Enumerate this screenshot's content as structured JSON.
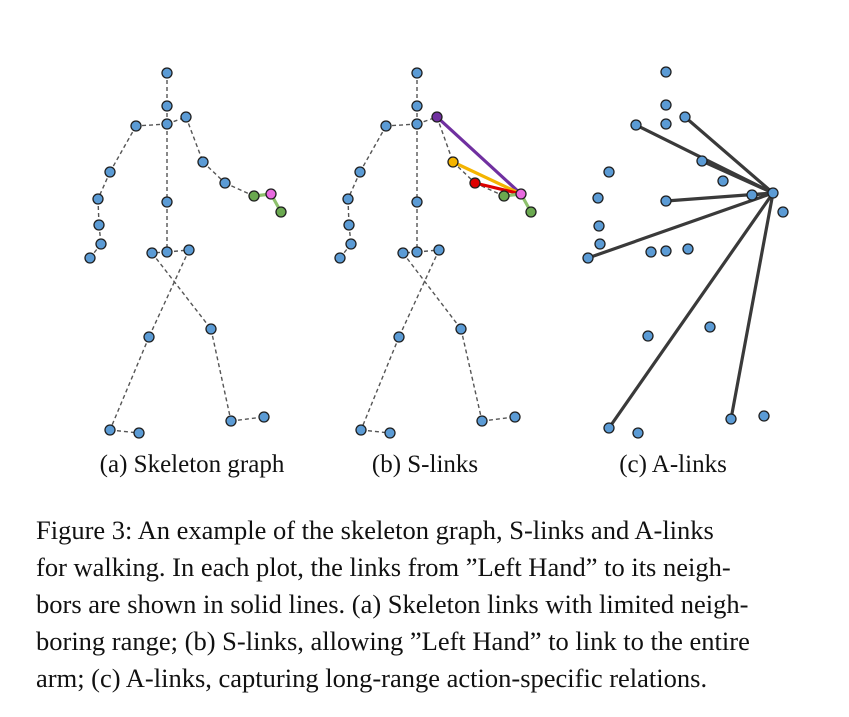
{
  "panels": [
    {
      "id": "a",
      "label": "(a) Skeleton graph",
      "joints": [
        [
          167,
          73
        ],
        [
          167,
          106
        ],
        [
          167,
          124
        ],
        [
          136,
          126
        ],
        [
          186,
          117
        ],
        [
          110,
          172
        ],
        [
          98,
          199
        ],
        [
          99,
          225
        ],
        [
          101,
          244
        ],
        [
          90,
          258
        ],
        [
          203,
          162
        ],
        [
          225,
          183
        ],
        [
          254,
          196
        ],
        [
          271,
          194
        ],
        [
          281,
          212
        ],
        [
          167,
          202
        ],
        [
          167,
          252
        ],
        [
          152,
          253
        ],
        [
          189,
          250
        ],
        [
          211,
          329
        ],
        [
          149,
          337
        ],
        [
          231,
          421
        ],
        [
          264,
          417
        ],
        [
          110,
          430
        ],
        [
          139,
          433
        ]
      ],
      "dashed_links": [
        [
          0,
          1
        ],
        [
          1,
          2
        ],
        [
          2,
          3
        ],
        [
          2,
          4
        ],
        [
          3,
          5
        ],
        [
          5,
          6
        ],
        [
          6,
          7
        ],
        [
          7,
          8
        ],
        [
          8,
          9
        ],
        [
          4,
          10
        ],
        [
          10,
          11
        ],
        [
          11,
          12
        ],
        [
          2,
          15
        ],
        [
          15,
          16
        ],
        [
          16,
          17
        ],
        [
          16,
          18
        ],
        [
          17,
          19
        ],
        [
          19,
          21
        ],
        [
          21,
          22
        ],
        [
          18,
          20
        ],
        [
          20,
          23
        ],
        [
          23,
          24
        ]
      ],
      "solid_links": [
        {
          "from": 13,
          "to": 12,
          "color": "#8ec06c"
        },
        {
          "from": 13,
          "to": 14,
          "color": "#8ec06c"
        }
      ],
      "highlight_joints": [
        {
          "index": 12,
          "color": "#6aa84f"
        },
        {
          "index": 13,
          "color": "#e86adf"
        },
        {
          "index": 14,
          "color": "#6aa84f"
        }
      ]
    },
    {
      "id": "b",
      "label": "(b) S-links",
      "joints": [
        [
          417,
          73
        ],
        [
          417,
          106
        ],
        [
          417,
          124
        ],
        [
          386,
          126
        ],
        [
          437,
          117
        ],
        [
          360,
          172
        ],
        [
          348,
          199
        ],
        [
          349,
          225
        ],
        [
          351,
          244
        ],
        [
          340,
          258
        ],
        [
          453,
          162
        ],
        [
          475,
          183
        ],
        [
          504,
          196
        ],
        [
          521,
          194
        ],
        [
          531,
          212
        ],
        [
          417,
          202
        ],
        [
          417,
          252
        ],
        [
          403,
          253
        ],
        [
          439,
          250
        ],
        [
          461,
          329
        ],
        [
          399,
          337
        ],
        [
          482,
          421
        ],
        [
          515,
          417
        ],
        [
          361,
          430
        ],
        [
          390,
          433
        ]
      ],
      "dashed_links": [
        [
          0,
          1
        ],
        [
          1,
          2
        ],
        [
          2,
          3
        ],
        [
          2,
          4
        ],
        [
          3,
          5
        ],
        [
          5,
          6
        ],
        [
          6,
          7
        ],
        [
          7,
          8
        ],
        [
          8,
          9
        ],
        [
          4,
          10
        ],
        [
          10,
          11
        ],
        [
          11,
          12
        ],
        [
          2,
          15
        ],
        [
          15,
          16
        ],
        [
          16,
          17
        ],
        [
          16,
          18
        ],
        [
          17,
          19
        ],
        [
          19,
          21
        ],
        [
          21,
          22
        ],
        [
          18,
          20
        ],
        [
          20,
          23
        ],
        [
          23,
          24
        ]
      ],
      "solid_links": [
        {
          "from": 13,
          "to": 4,
          "color": "#7030a0"
        },
        {
          "from": 13,
          "to": 10,
          "color": "#f4b400"
        },
        {
          "from": 13,
          "to": 11,
          "color": "#dd0000"
        },
        {
          "from": 13,
          "to": 12,
          "color": "#8ec06c"
        },
        {
          "from": 13,
          "to": 14,
          "color": "#8ec06c"
        }
      ],
      "highlight_joints": [
        {
          "index": 4,
          "color": "#7030a0"
        },
        {
          "index": 10,
          "color": "#f4b400"
        },
        {
          "index": 11,
          "color": "#dd0000"
        },
        {
          "index": 12,
          "color": "#6aa84f"
        },
        {
          "index": 13,
          "color": "#e86adf"
        },
        {
          "index": 14,
          "color": "#6aa84f"
        }
      ]
    },
    {
      "id": "c",
      "label": "(c) A-links",
      "joints": [
        [
          666,
          72
        ],
        [
          666,
          105
        ],
        [
          666,
          124
        ],
        [
          636,
          125
        ],
        [
          685,
          117
        ],
        [
          609,
          172
        ],
        [
          598,
          198
        ],
        [
          599,
          226
        ],
        [
          600,
          244
        ],
        [
          588,
          258
        ],
        [
          702,
          161
        ],
        [
          723,
          181
        ],
        [
          752,
          195
        ],
        [
          773,
          193
        ],
        [
          783,
          212
        ],
        [
          666,
          201
        ],
        [
          666,
          251
        ],
        [
          651,
          252
        ],
        [
          688,
          249
        ],
        [
          710,
          327
        ],
        [
          648,
          336
        ],
        [
          731,
          419
        ],
        [
          764,
          416
        ],
        [
          609,
          428
        ],
        [
          638,
          433
        ]
      ],
      "dashed_links": [],
      "solid_links": [
        {
          "from": 13,
          "to": 3,
          "color": "#3a3a3a"
        },
        {
          "from": 13,
          "to": 4,
          "color": "#3a3a3a"
        },
        {
          "from": 13,
          "to": 10,
          "color": "#3a3a3a"
        },
        {
          "from": 13,
          "to": 12,
          "color": "#3a3a3a"
        },
        {
          "from": 13,
          "to": 15,
          "color": "#3a3a3a"
        },
        {
          "from": 13,
          "to": 9,
          "color": "#3a3a3a"
        },
        {
          "from": 13,
          "to": 23,
          "color": "#3a3a3a"
        },
        {
          "from": 13,
          "to": 21,
          "color": "#3a3a3a"
        }
      ],
      "highlight_joints": []
    }
  ],
  "colors": {
    "joint_fill": "#5b9bd5",
    "joint_stroke": "#1f1f1f",
    "dashed_link": "#555555"
  },
  "caption": {
    "lines": [
      "Figure 3: An example of the skeleton graph, S-links and A-links",
      "for walking. In each plot, the links from ”Left Hand” to its neigh-",
      "bors are shown in solid lines. (a) Skeleton links with limited neigh-",
      "boring range; (b) S-links, allowing ”Left Hand” to link to the entire",
      "arm; (c) A-links, capturing long-range action-specific relations."
    ]
  }
}
